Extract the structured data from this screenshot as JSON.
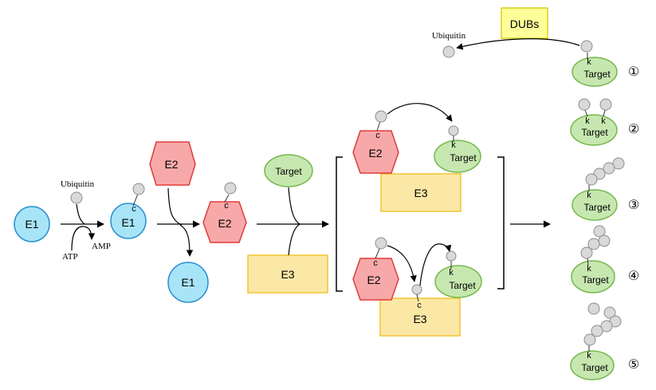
{
  "colors": {
    "e1_fill": "#a8e4f8",
    "e1_stroke": "#2c8fd1",
    "e2_fill": "#f7a9a9",
    "e2_stroke": "#e23b3b",
    "e3_fill": "#fbe8a6",
    "e3_stroke": "#f3c431",
    "target_fill": "#c7e7b0",
    "target_stroke": "#74b84b",
    "ub_fill": "#d9d9d9",
    "ub_stroke": "#8c8c8c",
    "dubs_fill": "#ffff99",
    "dubs_stroke": "#d7d21e"
  },
  "labels": {
    "e1": "E1",
    "e2": "E2",
    "e3": "E3",
    "target": "Target",
    "ubiquitin": "Ubiquitin",
    "amp": "AMP",
    "atp": "ATP",
    "c": "c",
    "k": "k",
    "dubs": "DUBs"
  },
  "chain_numbers": [
    "①",
    "②",
    "③",
    "④",
    "⑤"
  ]
}
